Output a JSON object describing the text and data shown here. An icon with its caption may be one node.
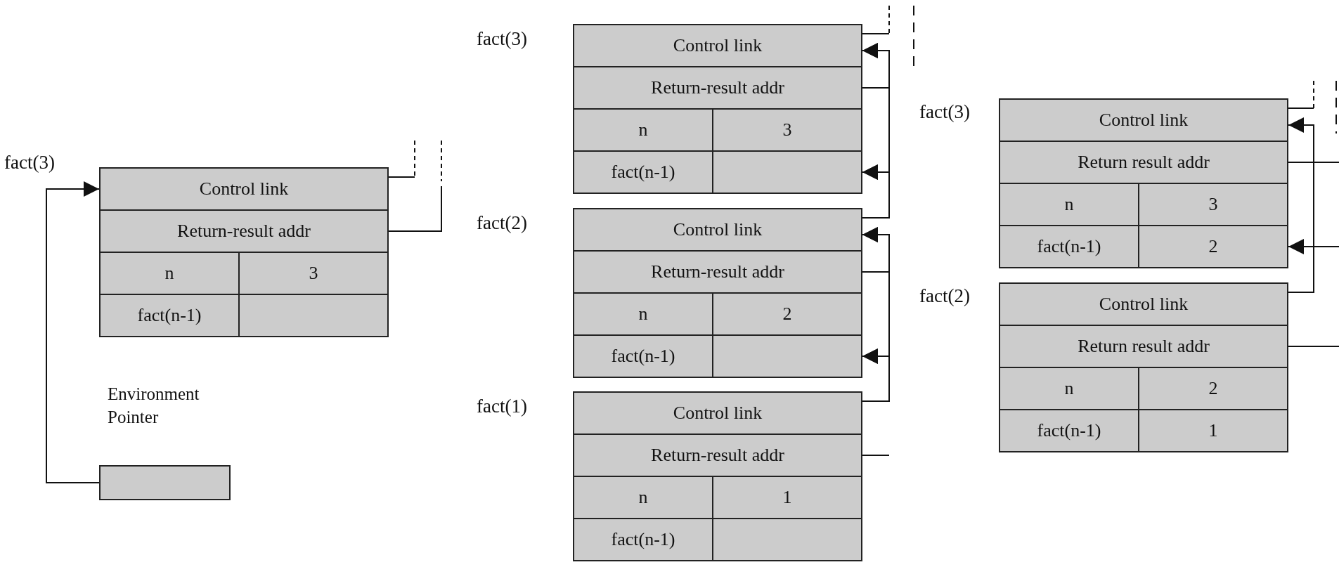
{
  "diagram": {
    "nodes": [
      {
        "text": [
          "fact(3)"
        ]
      },
      {
        "text": [
          "Control link"
        ],
        "in": 0
      },
      {
        "text": [
          "Return-result addr"
        ],
        "in": 0
      },
      {
        "text": [
          "n"
        ],
        "in": 0
      },
      {
        "text": [
          "3"
        ],
        "in": 0
      },
      {
        "text": [
          "fact(n-1)"
        ],
        "in": 0
      },
      {
        "text": [],
        "shape": "box",
        "in": 0
      },
      {
        "text": [
          "Environment Pointer"
        ]
      },
      {
        "text": [
          "fact(3)"
        ]
      },
      {
        "text": [
          "Control link"
        ],
        "in": 8
      },
      {
        "text": [
          "Return-result addr"
        ],
        "in": 8
      },
      {
        "text": [
          "n"
        ],
        "in": 8
      },
      {
        "text": [
          "3"
        ],
        "in": 8
      },
      {
        "text": [
          "fact(n-1)"
        ],
        "in": 8
      },
      {
        "text": [],
        "shape": "box",
        "in": 8
      },
      {
        "text": [
          "fact(2)"
        ]
      },
      {
        "text": [
          "Control link"
        ],
        "in": 15
      },
      {
        "text": [
          "Return-result addr"
        ],
        "in": 15
      },
      {
        "text": [
          "n"
        ],
        "in": 15
      },
      {
        "text": [
          "2"
        ],
        "in": 15
      },
      {
        "text": [
          "fact(n-1)"
        ],
        "in": 15
      },
      {
        "text": [],
        "shape": "box",
        "in": 15
      },
      {
        "text": [
          "fact(1)"
        ]
      },
      {
        "text": [
          "Control link"
        ],
        "in": 22
      },
      {
        "text": [
          "Return-result addr"
        ],
        "in": 22
      },
      {
        "text": [
          "n"
        ],
        "in": 22
      },
      {
        "text": [
          "1"
        ],
        "in": 22
      },
      {
        "text": [
          "fact(n-1)"
        ],
        "in": 22
      },
      {
        "text": [],
        "shape": "box",
        "in": 22
      },
      {
        "text": [
          "fact(3)"
        ]
      },
      {
        "text": [
          "Control link"
        ],
        "in": 29
      },
      {
        "text": [
          "Return result addr"
        ],
        "in": 29
      },
      {
        "text": [
          "n"
        ],
        "in": 29
      },
      {
        "text": [
          "3"
        ],
        "in": 29
      },
      {
        "text": [
          "fact(n-1)"
        ],
        "in": 29
      },
      {
        "text": [
          "2"
        ],
        "in": 29
      },
      {
        "text": [
          "fact(2)"
        ]
      },
      {
        "text": [
          "Control link"
        ],
        "in": 36
      },
      {
        "text": [
          "Return result addr"
        ],
        "in": 36
      },
      {
        "text": [
          "n"
        ],
        "in": 36
      },
      {
        "text": [
          "2"
        ],
        "in": 36
      },
      {
        "text": [
          "fact(n-1)"
        ],
        "in": 36
      },
      {
        "text": [
          "1"
        ],
        "in": 36
      }
    ],
    "edges": [
      {
        "from": 7,
        "to": 1,
        "arrow": "to"
      },
      {
        "from": 1,
        "to": null,
        "arrow": "none"
      },
      {
        "from": 2,
        "to": null,
        "arrow": "none"
      },
      {
        "from": 9,
        "to": null,
        "arrow": "none"
      },
      {
        "from": 10,
        "to": 9,
        "arrow": "to"
      },
      {
        "from": 10,
        "to": 14,
        "arrow": "to"
      },
      {
        "from": 16,
        "to": 9,
        "arrow": "to"
      },
      {
        "from": 16,
        "to": 14,
        "arrow": "to"
      },
      {
        "from": 17,
        "to": 16,
        "arrow": "to"
      },
      {
        "from": 17,
        "to": 21,
        "arrow": "to"
      },
      {
        "from": 23,
        "to": 16,
        "arrow": "to"
      },
      {
        "from": 23,
        "to": 21,
        "arrow": "to"
      },
      {
        "from": 24,
        "to": null,
        "arrow": "none"
      },
      {
        "from": 30,
        "to": null,
        "arrow": "none"
      },
      {
        "from": 37,
        "to": 30,
        "arrow": "to"
      },
      {
        "from": 31,
        "to": null,
        "arrow": "none"
      },
      {
        "from": null,
        "to": 35,
        "arrow": "to"
      },
      {
        "from": 38,
        "to": null,
        "arrow": "none"
      }
    ]
  }
}
